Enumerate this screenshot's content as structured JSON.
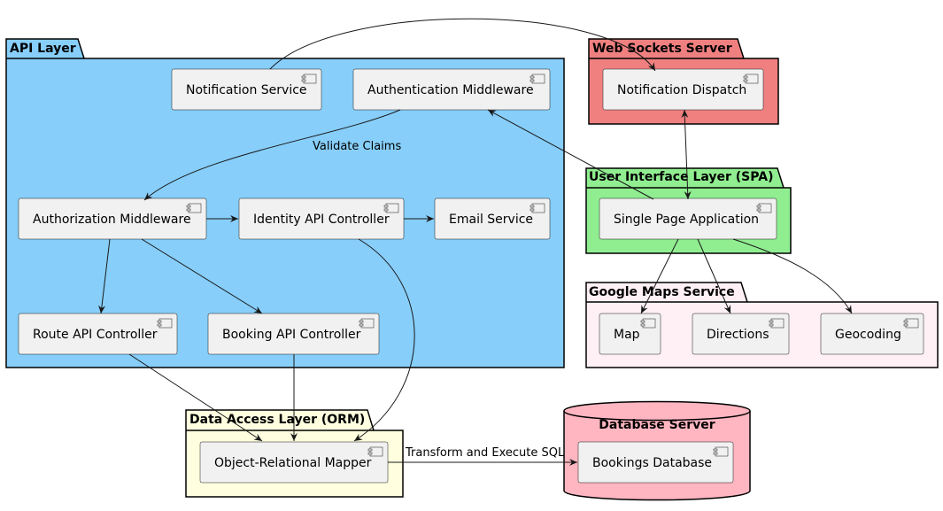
{
  "packages": {
    "api": {
      "title": "API Layer",
      "fill": "#87CEFA"
    },
    "websockets": {
      "title": "Web Sockets Server",
      "fill": "#F08080"
    },
    "ui": {
      "title": "User Interface Layer (SPA)",
      "fill": "#90EE90"
    },
    "maps": {
      "title": "Google Maps Service",
      "fill": "#FFF0F5"
    },
    "dal": {
      "title": "Data Access Layer (ORM)",
      "fill": "#FFFFE0"
    },
    "db": {
      "title": "Database Server",
      "fill": "#FFB6C1"
    }
  },
  "components": {
    "notification_service": "Notification Service",
    "authentication_middleware": "Authentication Middleware",
    "authorization_middleware": "Authorization Middleware",
    "identity_api_controller": "Identity API Controller",
    "email_service": "Email Service",
    "route_api_controller": "Route API Controller",
    "booking_api_controller": "Booking API Controller",
    "notification_dispatch": "Notification Dispatch",
    "single_page_application": "Single Page Application",
    "map": "Map",
    "directions": "Directions",
    "geocoding": "Geocoding",
    "orm": "Object-Relational Mapper",
    "bookings_database": "Bookings Database"
  },
  "edges": {
    "validate_claims": "Validate Claims",
    "transform_sql": "Transform and Execute SQL"
  },
  "colors": {
    "component_fill": "#F1F1F1",
    "stroke": "#181818"
  }
}
